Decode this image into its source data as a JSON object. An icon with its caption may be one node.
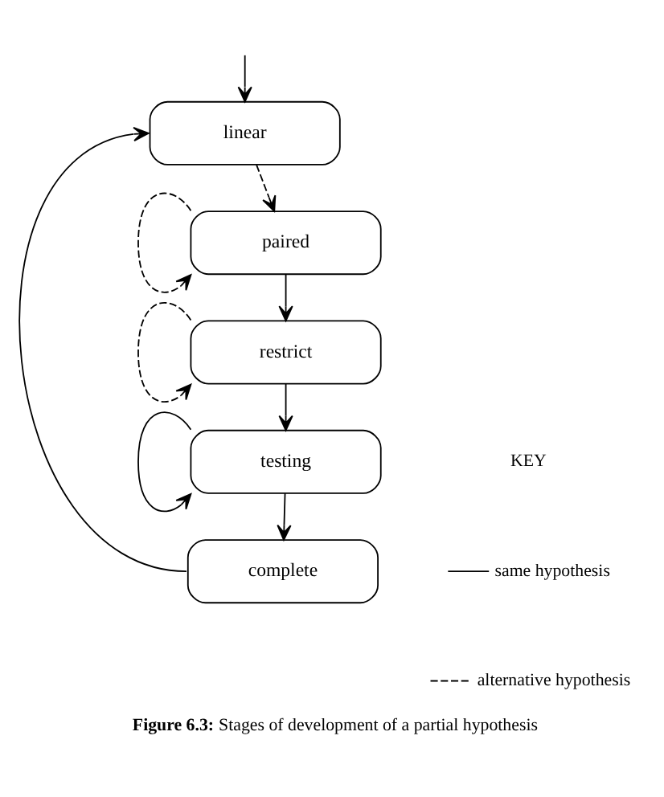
{
  "diagram": {
    "caption": "**Figure 6.3:** Stages of development of a partial hypothesis",
    "nodes": [
      {
        "text": [
          "linear"
        ]
      },
      {
        "text": [
          "paired"
        ]
      },
      {
        "text": [
          "restrict"
        ]
      },
      {
        "text": [
          "testing"
        ]
      },
      {
        "text": [
          "complete"
        ]
      }
    ],
    "edges": [
      {
        "from": null,
        "to": 0,
        "arrow": "to"
      },
      {
        "from": 0,
        "to": 1,
        "arrow": "to",
        "style": "dashed"
      },
      {
        "from": 1,
        "to": 1,
        "arrow": "to",
        "style": "dashed"
      },
      {
        "from": 1,
        "to": 2,
        "arrow": "to"
      },
      {
        "from": 2,
        "to": 2,
        "arrow": "to",
        "style": "dashed"
      },
      {
        "from": 2,
        "to": 3,
        "arrow": "to"
      },
      {
        "from": 3,
        "to": 3,
        "arrow": "to"
      },
      {
        "from": 3,
        "to": 4,
        "arrow": "to"
      },
      {
        "from": 4,
        "to": 0,
        "arrow": "to"
      }
    ],
    "labels": [
      "KEY"
    ],
    "legend": [
      {
        "text": "same hypothesis"
      },
      {
        "text": "alternative hypothesis"
      }
    ]
  }
}
